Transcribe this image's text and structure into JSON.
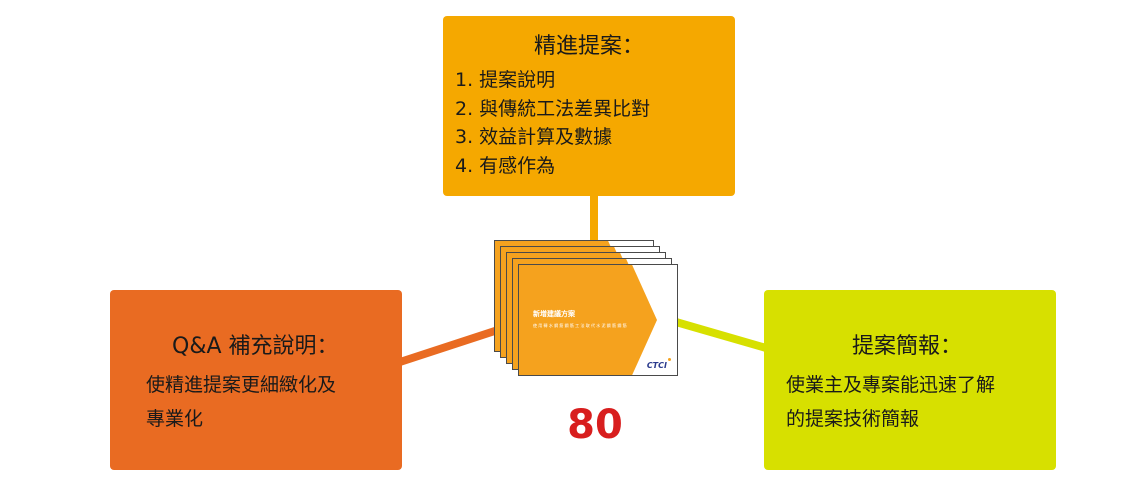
{
  "colors": {
    "top_box": "#f5a800",
    "left_box": "#e96b22",
    "right_box": "#d7e000",
    "slide_accent": "#f5a21e",
    "number": "#d81e1e"
  },
  "top_box": {
    "title": "精進提案：",
    "items": [
      "1. 提案說明",
      "2. 與傳統工法差異比對",
      "3. 效益計算及數據",
      "4. 有感作為"
    ]
  },
  "left_box": {
    "title": "Q&A 補充說明：",
    "lines": [
      "使精進提案更細緻化及",
      "專業化"
    ]
  },
  "right_box": {
    "title": "提案簡報：",
    "lines": [
      "使業主及專案能迅速了解",
      "的提案技術簡報"
    ]
  },
  "slide": {
    "title": "新增建議方案",
    "subtitle": "使 用 轉 水 鋼 筋 鋼 筋 工 法 取 代 水 泥 鋼 筋 鋼 筋 ",
    "logo": "CTCI"
  },
  "number": "80"
}
